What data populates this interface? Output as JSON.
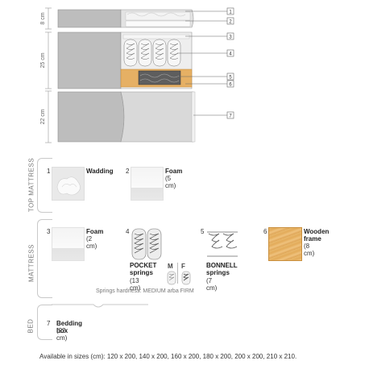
{
  "dimensions": {
    "top": "8 cm",
    "mattress": "25 cm",
    "bed": "22 cm"
  },
  "callouts": [
    "1",
    "2",
    "3",
    "4",
    "5",
    "6",
    "7"
  ],
  "sections": {
    "top_mattress": "TOP MATTRESS",
    "mattress": "MATTRESS",
    "bed": "BED"
  },
  "components": [
    {
      "number": "1",
      "name": "Wadding",
      "size": ""
    },
    {
      "number": "2",
      "name": "Foam",
      "size": "(5 cm)"
    },
    {
      "number": "3",
      "name": "Foam",
      "size": "(2 cm)"
    },
    {
      "number": "4",
      "name": "POCKET springs",
      "name_line1": "POCKET",
      "name_line2": "springs",
      "size": "(13 cm)"
    },
    {
      "number": "5",
      "name": "BONNELL springs",
      "name_line1": "BONNELL",
      "name_line2": "springs",
      "size": "(7 cm)"
    },
    {
      "number": "6",
      "name": "Wooden frame",
      "name_line1": "Wooden",
      "name_line2": "frame",
      "size": "(8 cm)"
    },
    {
      "number": "7",
      "name": "Bedding box",
      "size": "(22 cm)"
    }
  ],
  "hardness": {
    "m": "M",
    "f": "F",
    "caption": "Springs hardness: MEDIUM arba FIRM"
  },
  "footer": "Available in sizes (cm): 120 x 200, 140 x 200, 160 x 200, 180 x 200, 200 x 200, 210 x 210.",
  "colors": {
    "upholstery": "#bdbdbd",
    "foam": "#f2f2f2",
    "wood": "#e6b064",
    "springs": "#6a6a6a"
  }
}
